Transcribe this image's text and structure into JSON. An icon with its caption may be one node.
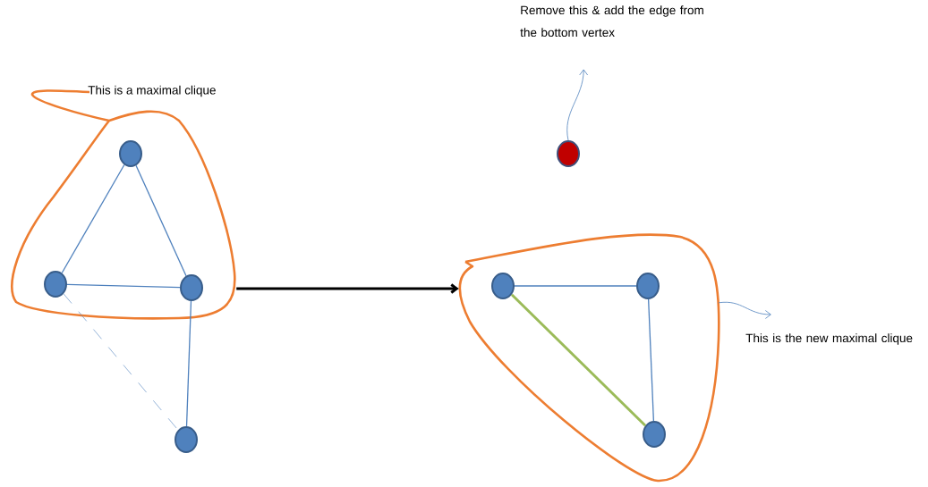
{
  "diagram": {
    "nodes": [
      {
        "text": [
          "This is a maximal clique"
        ]
      },
      {
        "text": [],
        "shape": "circle",
        "in": 0
      },
      {
        "text": [],
        "shape": "circle",
        "in": 0
      },
      {
        "text": [],
        "shape": "circle",
        "in": 0
      },
      {
        "text": [],
        "shape": "circle"
      },
      {
        "text": [
          "Remove this & add the edge from the bottom vertex"
        ]
      },
      {
        "text": [],
        "shape": "circle"
      },
      {
        "text": [],
        "shape": "loop"
      },
      {
        "text": [],
        "shape": "circle",
        "in": 7
      },
      {
        "text": [],
        "shape": "circle",
        "in": 7
      },
      {
        "text": [],
        "shape": "circle",
        "in": 7
      },
      {
        "text": [
          "This is the new maximal clique"
        ]
      }
    ],
    "edges": [
      {
        "from": 1,
        "to": 2,
        "arrow": "none"
      },
      {
        "from": 1,
        "to": 3,
        "arrow": "none"
      },
      {
        "from": 2,
        "to": 3,
        "arrow": "none"
      },
      {
        "from": 3,
        "to": 4,
        "arrow": "none"
      },
      {
        "from": 2,
        "to": 4,
        "arrow": "none",
        "style": "dashed"
      },
      {
        "from": 6,
        "to": 5,
        "arrow": "to"
      },
      {
        "from": 0,
        "to": 7,
        "arrow": "to",
        "style": "thick",
        "color": "#000000"
      },
      {
        "from": 8,
        "to": 9,
        "arrow": "none"
      },
      {
        "from": 9,
        "to": 10,
        "arrow": "none"
      },
      {
        "from": 8,
        "to": 10,
        "arrow": "none",
        "style": "thick",
        "color": "#9bbb59"
      },
      {
        "from": 7,
        "to": 11,
        "arrow": "to"
      }
    ]
  }
}
